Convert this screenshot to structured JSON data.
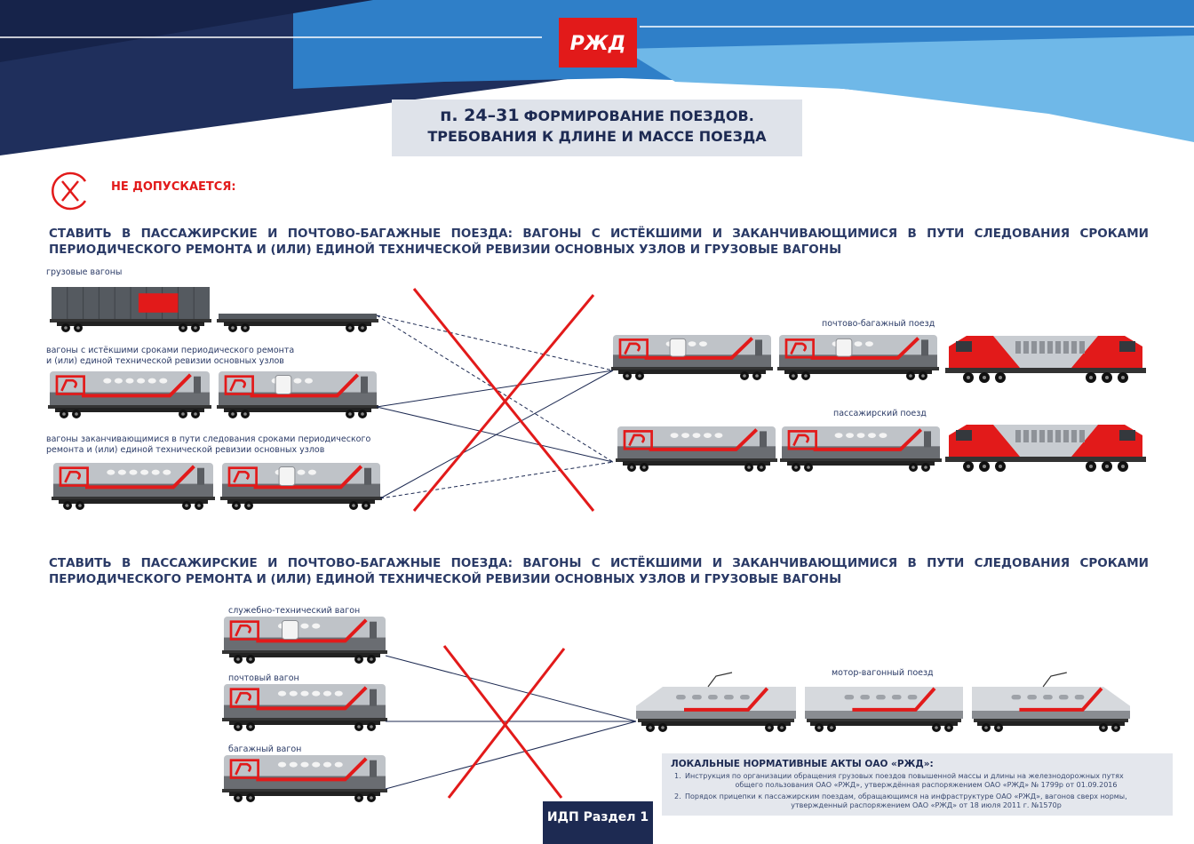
{
  "brand": {
    "logo": "РЖД",
    "colors": {
      "red": "#e21a1a",
      "navy": "#1d2a52",
      "blue": "#2f77c4",
      "light_blue": "#53a7e0"
    }
  },
  "title": {
    "number": "п. 24–31",
    "line1": "ФОРМИРОВАНИЕ ПОЕЗДОВ.",
    "line2": "ТРЕБОВАНИЯ К ДЛИНЕ И МАССЕ ПОЕЗДА"
  },
  "forbidden": {
    "icon": "cross-circle-icon",
    "label": "НЕ ДОПУСКАЕТСЯ:"
  },
  "section1": {
    "text": "СТАВИТЬ В ПАССАЖИРСКИЕ И ПОЧТОВО-БАГАЖНЫЕ ПОЕЗДА: ВАГОНЫ С ИСТЁКШИМИ И ЗАКАНЧИВАЮЩИМИСЯ В ПУТИ СЛЕДОВАНИЯ СРОКАМИ ПЕРИОДИЧЕСКОГО РЕМОНТА И (ИЛИ) ЕДИНОЙ ТЕХНИЧЕСКОЙ РЕВИЗИИ ОСНОВНЫХ УЗЛОВ И ГРУЗОВЫЕ ВАГОНЫ",
    "cap_freight": "грузовые вагоны",
    "cap_expired_1": "вагоны с истёкшими сроками периодического ремонта",
    "cap_expired_2": "и (или) единой технической ревизии основных узлов",
    "cap_expiring_1": "вагоны заканчивающимися в пути следования сроками периодического",
    "cap_expiring_2": "ремонта и (или) единой технической ревизии основных узлов",
    "cap_mail_train": "почтово-багажный поезд",
    "cap_passenger_train": "пассажирский поезд"
  },
  "section2": {
    "text": "СТАВИТЬ В ПАССАЖИРСКИЕ И ПОЧТОВО-БАГАЖНЫЕ ПОЕЗДА: ВАГОНЫ С ИСТЁКШИМИ И ЗАКАНЧИВАЮЩИМИСЯ В ПУТИ СЛЕДОВАНИЯ СРОКАМИ ПЕРИОДИЧЕСКОГО РЕМОНТА И (ИЛИ) ЕДИНОЙ ТЕХНИЧЕСКОЙ РЕВИЗИИ ОСНОВНЫХ УЗЛОВ И ГРУЗОВЫЕ ВАГОНЫ",
    "cap_service": "служебно-технический вагон",
    "cap_postal": "почтовый вагон",
    "cap_baggage": "багажный вагон",
    "cap_motor_train": "мотор-вагонный поезд"
  },
  "laws": {
    "heading": "ЛОКАЛЬНЫЕ НОРМАТИВНЫЕ АКТЫ ОАО «РЖД»:",
    "items": [
      {
        "num": "1.",
        "line1": "Инструкция по организации обращения грузовых поездов повышенной массы и длины на железнодорожных путях",
        "line2": "общего пользования ОАО «РЖД», утверждённая распоряжением ОАО «РЖД» № 1799р от 01.09.2016"
      },
      {
        "num": "2.",
        "line1": "Порядок прицепки к пассажирским поездам, обращающимся на инфраструктуре ОАО «РЖД», вагонов сверх нормы,",
        "line2": "утвержденный распоряжением ОАО «РЖД» от 18 июля 2011 г. №1570р"
      }
    ]
  },
  "footer": {
    "label": "ИДП Раздел 1"
  }
}
